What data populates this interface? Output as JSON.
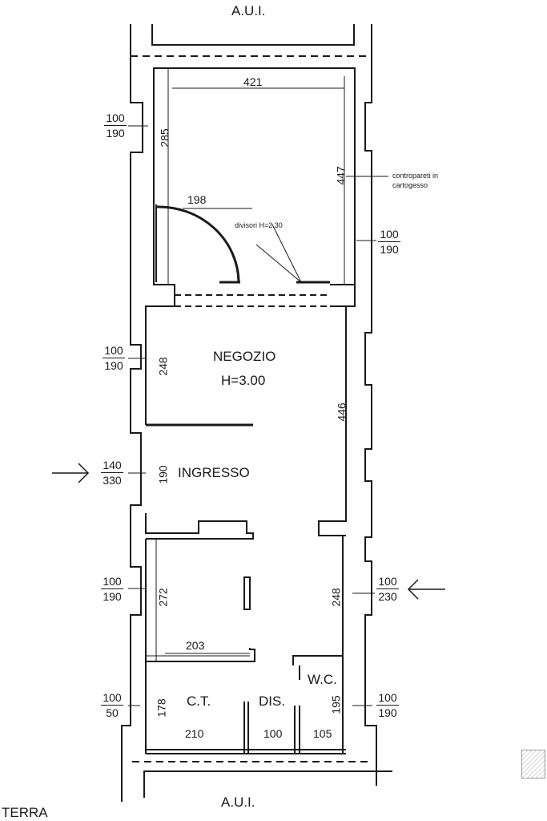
{
  "labels": {
    "aui_top": "A.U.I.",
    "aui_bottom": "A.U.I.",
    "terra": "TERRA",
    "negozio": "NEGOZIO",
    "negozio_height": "H=3.00",
    "ingresso": "INGRESSO",
    "ct": "C.T.",
    "dis": "DIS.",
    "wc": "W.C.",
    "divisori": "divisori H=2.30",
    "contropareti_line1": "contropareti in",
    "contropareti_line2": "cartogesso"
  },
  "dimensions": {
    "width_421": "421",
    "height_285": "285",
    "height_447": "447",
    "width_198": "198",
    "height_248_upper": "248",
    "height_446": "446",
    "height_190": "190",
    "height_272": "272",
    "height_248_lower": "248",
    "width_203": "203",
    "height_178": "178",
    "height_195": "195",
    "width_210": "210",
    "width_100": "100",
    "width_105": "105"
  },
  "openings": [
    {
      "top": "100",
      "bottom": "190"
    },
    {
      "top": "100",
      "bottom": "190"
    },
    {
      "top": "100",
      "bottom": "190"
    },
    {
      "top": "140",
      "bottom": "330"
    },
    {
      "top": "100",
      "bottom": "190"
    },
    {
      "top": "100",
      "bottom": "230"
    },
    {
      "top": "100",
      "bottom": "50"
    },
    {
      "top": "100",
      "bottom": "190"
    }
  ]
}
